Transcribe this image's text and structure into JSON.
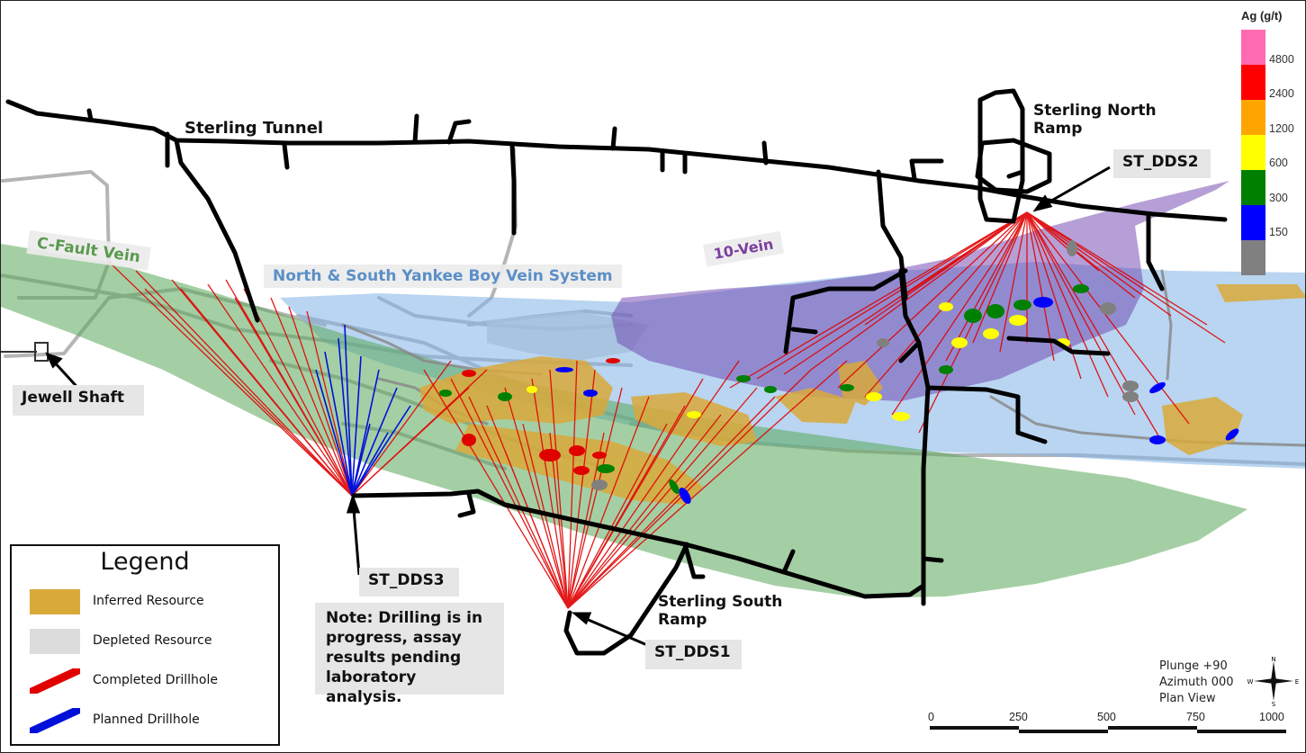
{
  "tunnels": {
    "sterling_tunnel": "Sterling Tunnel",
    "sterling_north_ramp": "Sterling North Ramp",
    "sterling_south_ramp": "Sterling South Ramp",
    "jewell_shaft": "Jewell Shaft"
  },
  "veins": {
    "c_fault": "C-Fault Vein",
    "yankee_boy": "North & South Yankee Boy Vein System",
    "ten_vein": "10-Vein",
    "c_fault_color": "#5a9a4e",
    "yankee_boy_color": "#5b8fc7",
    "ten_vein_color": "#7b3fa0"
  },
  "drill_stations": {
    "dds1": "ST_DDS1",
    "dds2": "ST_DDS2",
    "dds3": "ST_DDS3"
  },
  "note": "Note: Drilling is in progress, assay results pending laboratory analysis.",
  "legend": {
    "title": "Legend",
    "items": [
      {
        "label": "Inferred Resource",
        "color": "#d9a93a"
      },
      {
        "label": "Depleted Resource",
        "color": "#d8d8d8"
      },
      {
        "label": "Completed Drillhole",
        "color": "#e00000"
      },
      {
        "label": "Planned Drillhole",
        "color": "#0010d8"
      }
    ]
  },
  "colorbar": {
    "title": "Ag (g/t)",
    "bins": [
      {
        "color": "#ff6ab0"
      },
      {
        "color": "#ff0000"
      },
      {
        "color": "#ffa500"
      },
      {
        "color": "#ffff00"
      },
      {
        "color": "#008000"
      },
      {
        "color": "#0000ff"
      },
      {
        "color": "#808080"
      }
    ],
    "ticks": [
      "4800",
      "2400",
      "1200",
      "600",
      "300",
      "150"
    ]
  },
  "view": {
    "plunge": "Plunge +90",
    "azimuth": "Azimuth 000",
    "mode": "Plan View"
  },
  "compass": {
    "n": "N",
    "s": "S",
    "e": "E",
    "w": "W"
  },
  "scale": {
    "labels": [
      "0",
      "250",
      "500",
      "750",
      "1000"
    ]
  }
}
